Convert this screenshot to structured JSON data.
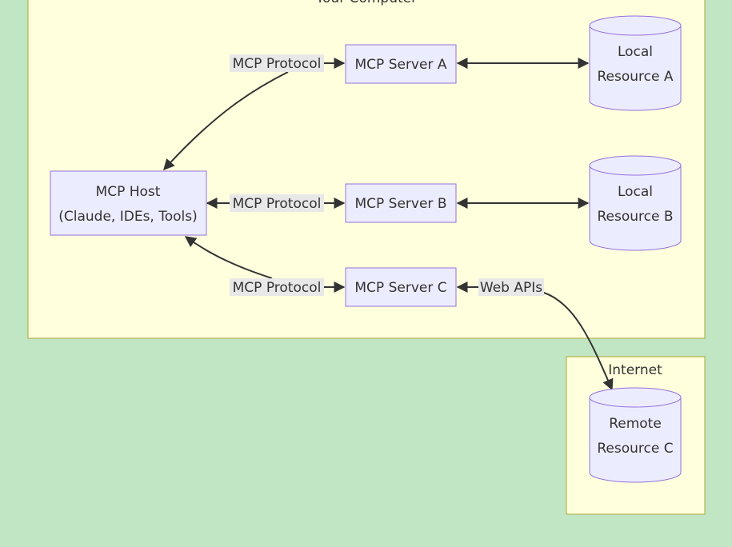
{
  "clusters": {
    "computer": {
      "title": "Your Computer"
    },
    "internet": {
      "title": "Internet"
    }
  },
  "nodes": {
    "host": {
      "line1": "MCP Host",
      "line2": "(Claude, IDEs, Tools)"
    },
    "server_a": {
      "label": "MCP Server A"
    },
    "server_b": {
      "label": "MCP Server B"
    },
    "server_c": {
      "label": "MCP Server C"
    },
    "resource_a": {
      "line1": "Local",
      "line2": "Resource A"
    },
    "resource_b": {
      "line1": "Local",
      "line2": "Resource B"
    },
    "resource_c": {
      "line1": "Remote",
      "line2": "Resource C"
    }
  },
  "edges": {
    "host_a": {
      "label": "MCP Protocol"
    },
    "host_b": {
      "label": "MCP Protocol"
    },
    "host_c": {
      "label": "MCP Protocol"
    },
    "c_remote": {
      "label": "Web APIs"
    }
  },
  "colors": {
    "background": "#c1e6c4",
    "cluster_fill": "#ffffde",
    "cluster_stroke": "#aaaa33",
    "node_fill": "#ececff",
    "node_stroke": "#9370db",
    "edge": "#333333"
  }
}
